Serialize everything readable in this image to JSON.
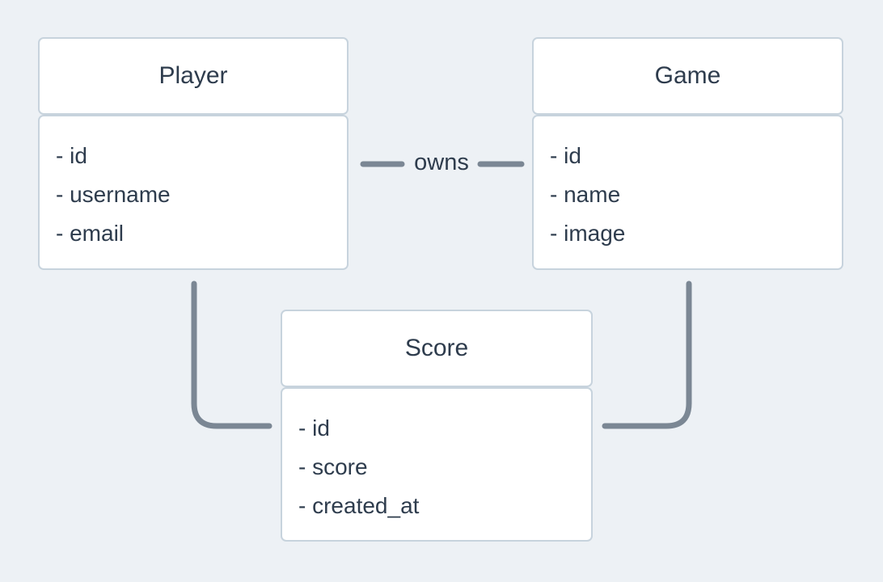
{
  "diagram": {
    "entities": [
      {
        "title": "Player",
        "fields": [
          "- id",
          "- username",
          "- email"
        ]
      },
      {
        "title": "Game",
        "fields": [
          "- id",
          "- name",
          "- image"
        ]
      },
      {
        "title": "Score",
        "fields": [
          "- id",
          "- score",
          "- created_at"
        ]
      }
    ],
    "relationships": [
      {
        "id": "player-game",
        "from": "Player",
        "to": "Game",
        "label": "owns"
      },
      {
        "id": "player-score",
        "from": "Player",
        "to": "Score",
        "label": ""
      },
      {
        "id": "game-score",
        "from": "Game",
        "to": "Score",
        "label": ""
      }
    ],
    "colors": {
      "bg": "#edf1f5",
      "card-fill": "#ffffff",
      "card-border": "#c7d3dd",
      "text": "#2e3c4d",
      "connector": "#7b8794"
    }
  }
}
